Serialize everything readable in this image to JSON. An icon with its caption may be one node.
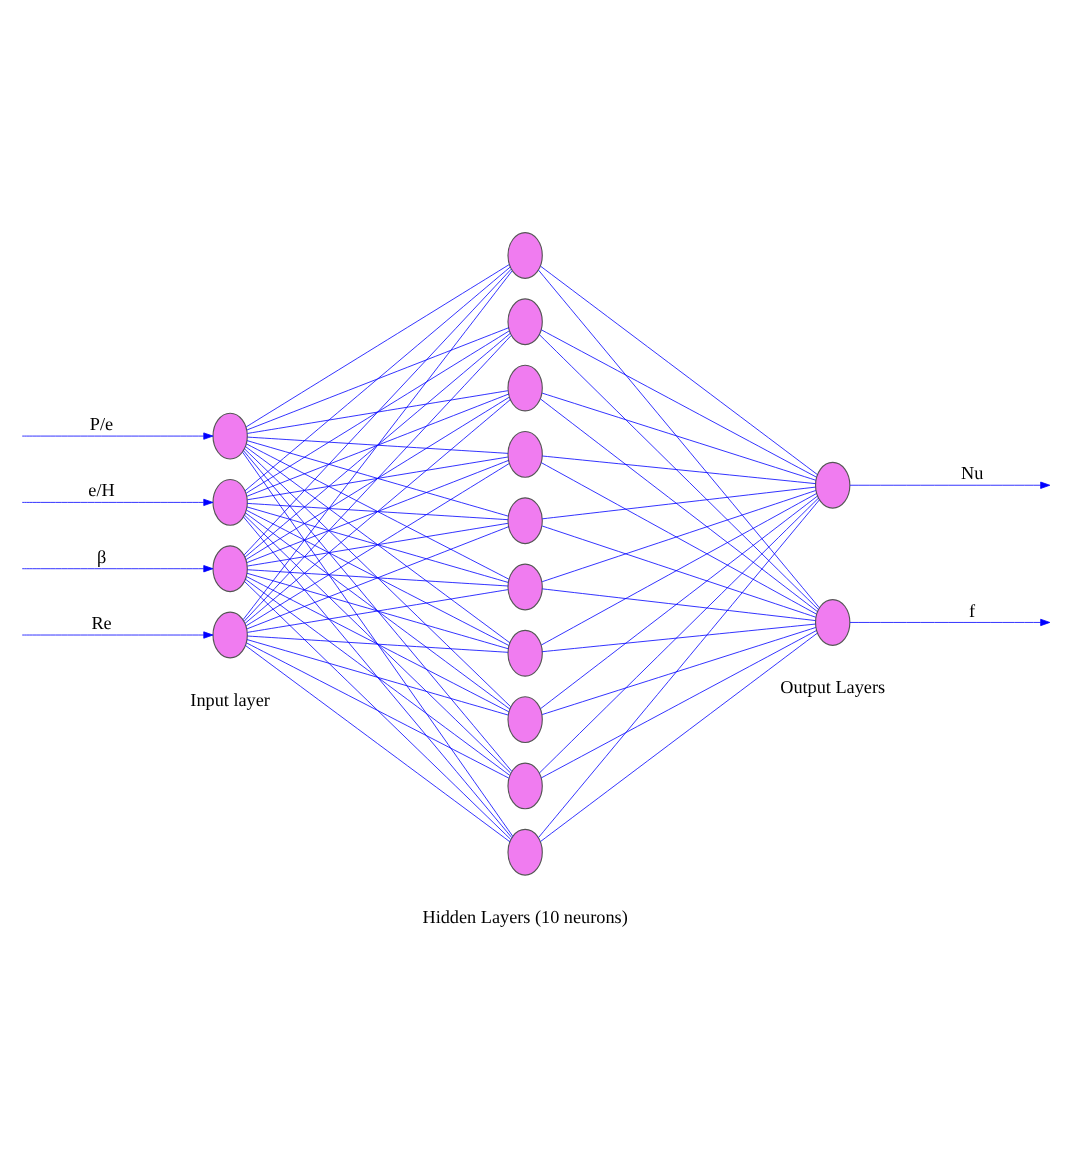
{
  "diagram": {
    "nodes": [
      {
        "text": [],
        "shape": "ellipse"
      },
      {
        "text": [],
        "shape": "ellipse"
      },
      {
        "text": [],
        "shape": "ellipse"
      },
      {
        "text": [],
        "shape": "ellipse"
      },
      {
        "text": [],
        "shape": "ellipse"
      },
      {
        "text": [],
        "shape": "ellipse"
      },
      {
        "text": [],
        "shape": "ellipse"
      },
      {
        "text": [],
        "shape": "ellipse"
      },
      {
        "text": [],
        "shape": "ellipse"
      },
      {
        "text": [],
        "shape": "ellipse"
      },
      {
        "text": [],
        "shape": "ellipse"
      },
      {
        "text": [],
        "shape": "ellipse"
      },
      {
        "text": [],
        "shape": "ellipse"
      },
      {
        "text": [],
        "shape": "ellipse"
      },
      {
        "text": [],
        "shape": "ellipse"
      },
      {
        "text": [],
        "shape": "ellipse"
      }
    ],
    "edges": [
      {
        "from": null,
        "to": 0,
        "arrow": "to",
        "label": "P/e"
      },
      {
        "from": null,
        "to": 1,
        "arrow": "to",
        "label": "e/H"
      },
      {
        "from": null,
        "to": 2,
        "arrow": "to",
        "label": "β"
      },
      {
        "from": null,
        "to": 3,
        "arrow": "to",
        "label": "Re"
      },
      {
        "from": 0,
        "to": 4,
        "arrow": "none"
      },
      {
        "from": 0,
        "to": 5,
        "arrow": "none"
      },
      {
        "from": 0,
        "to": 6,
        "arrow": "none"
      },
      {
        "from": 0,
        "to": 7,
        "arrow": "none"
      },
      {
        "from": 0,
        "to": 8,
        "arrow": "none"
      },
      {
        "from": 0,
        "to": 9,
        "arrow": "none"
      },
      {
        "from": 0,
        "to": 10,
        "arrow": "none"
      },
      {
        "from": 0,
        "to": 11,
        "arrow": "none"
      },
      {
        "from": 0,
        "to": 12,
        "arrow": "none"
      },
      {
        "from": 0,
        "to": 13,
        "arrow": "none"
      },
      {
        "from": 1,
        "to": 4,
        "arrow": "none"
      },
      {
        "from": 1,
        "to": 5,
        "arrow": "none"
      },
      {
        "from": 1,
        "to": 6,
        "arrow": "none"
      },
      {
        "from": 1,
        "to": 7,
        "arrow": "none"
      },
      {
        "from": 1,
        "to": 8,
        "arrow": "none"
      },
      {
        "from": 1,
        "to": 9,
        "arrow": "none"
      },
      {
        "from": 1,
        "to": 10,
        "arrow": "none"
      },
      {
        "from": 1,
        "to": 11,
        "arrow": "none"
      },
      {
        "from": 1,
        "to": 12,
        "arrow": "none"
      },
      {
        "from": 1,
        "to": 13,
        "arrow": "none"
      },
      {
        "from": 2,
        "to": 4,
        "arrow": "none"
      },
      {
        "from": 2,
        "to": 5,
        "arrow": "none"
      },
      {
        "from": 2,
        "to": 6,
        "arrow": "none"
      },
      {
        "from": 2,
        "to": 7,
        "arrow": "none"
      },
      {
        "from": 2,
        "to": 8,
        "arrow": "none"
      },
      {
        "from": 2,
        "to": 9,
        "arrow": "none"
      },
      {
        "from": 2,
        "to": 10,
        "arrow": "none"
      },
      {
        "from": 2,
        "to": 11,
        "arrow": "none"
      },
      {
        "from": 2,
        "to": 12,
        "arrow": "none"
      },
      {
        "from": 2,
        "to": 13,
        "arrow": "none"
      },
      {
        "from": 3,
        "to": 4,
        "arrow": "none"
      },
      {
        "from": 3,
        "to": 5,
        "arrow": "none"
      },
      {
        "from": 3,
        "to": 6,
        "arrow": "none"
      },
      {
        "from": 3,
        "to": 7,
        "arrow": "none"
      },
      {
        "from": 3,
        "to": 8,
        "arrow": "none"
      },
      {
        "from": 3,
        "to": 9,
        "arrow": "none"
      },
      {
        "from": 3,
        "to": 10,
        "arrow": "none"
      },
      {
        "from": 3,
        "to": 11,
        "arrow": "none"
      },
      {
        "from": 3,
        "to": 12,
        "arrow": "none"
      },
      {
        "from": 3,
        "to": 13,
        "arrow": "none"
      },
      {
        "from": 4,
        "to": 14,
        "arrow": "none"
      },
      {
        "from": 4,
        "to": 15,
        "arrow": "none"
      },
      {
        "from": 5,
        "to": 14,
        "arrow": "none"
      },
      {
        "from": 5,
        "to": 15,
        "arrow": "none"
      },
      {
        "from": 6,
        "to": 14,
        "arrow": "none"
      },
      {
        "from": 6,
        "to": 15,
        "arrow": "none"
      },
      {
        "from": 7,
        "to": 14,
        "arrow": "none"
      },
      {
        "from": 7,
        "to": 15,
        "arrow": "none"
      },
      {
        "from": 8,
        "to": 14,
        "arrow": "none"
      },
      {
        "from": 8,
        "to": 15,
        "arrow": "none"
      },
      {
        "from": 9,
        "to": 14,
        "arrow": "none"
      },
      {
        "from": 9,
        "to": 15,
        "arrow": "none"
      },
      {
        "from": 10,
        "to": 14,
        "arrow": "none"
      },
      {
        "from": 10,
        "to": 15,
        "arrow": "none"
      },
      {
        "from": 11,
        "to": 14,
        "arrow": "none"
      },
      {
        "from": 11,
        "to": 15,
        "arrow": "none"
      },
      {
        "from": 12,
        "to": 14,
        "arrow": "none"
      },
      {
        "from": 12,
        "to": 15,
        "arrow": "none"
      },
      {
        "from": 13,
        "to": 14,
        "arrow": "none"
      },
      {
        "from": 13,
        "to": 15,
        "arrow": "none"
      },
      {
        "from": 14,
        "to": null,
        "arrow": "to",
        "label": "Nu"
      },
      {
        "from": 15,
        "to": null,
        "arrow": "to",
        "label": "f"
      }
    ],
    "labels": [
      "Input layer",
      "Hidden Layers (10 neurons)",
      "Output Layers"
    ]
  }
}
